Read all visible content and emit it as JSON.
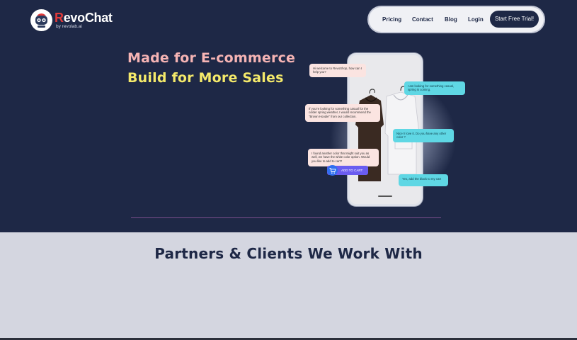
{
  "brand": {
    "name_accent": "R",
    "name_rest": "evoChat",
    "tagline": "by revolab.ai",
    "accent_color": "#e23a3a"
  },
  "nav": {
    "links": [
      "Pricing",
      "Contact",
      "Blog",
      "Login"
    ],
    "cta": "Start Free Trial!"
  },
  "hero": {
    "headline": "Made for E-commerce",
    "subheadline": "Build for More Sales",
    "background_color": "#1e2846"
  },
  "illustration": {
    "bubbles": [
      "Hi welcome to RevoShop, how can I help you?",
      "I am looking for something casual, spring is coming.",
      "If you're looking for something casual for the colder spring weather, I would recommend the \"Brown Hoodie\" from our collection.",
      "Nice! I love it. Do you have any other color ?",
      "I found another color that might suit you as well, we have the white color option. Would you like to add to cart?",
      "Yes, add the black to my cart"
    ],
    "add_to_cart": "ADD TO CART",
    "icons": [
      "shopping-cart-icon",
      "robot-logo-icon"
    ]
  },
  "partners": {
    "title": "Partners & Clients We Work With",
    "background_color": "#d4d6e0"
  }
}
